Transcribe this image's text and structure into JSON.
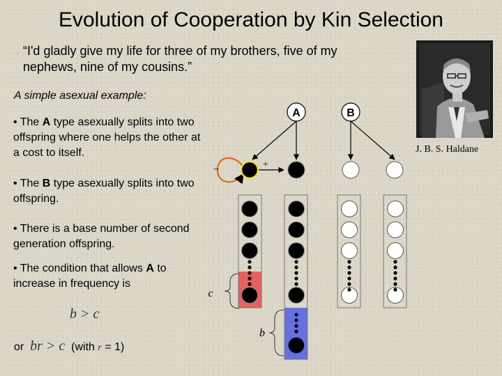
{
  "title": "Evolution of Cooperation by Kin Selection",
  "quote": "“I'd gladly give my life for three of my brothers, five of my nephews, nine of my cousins.”",
  "subtitle": "A simple asexual example:",
  "bullets": {
    "b1": {
      "prefix": "• The ",
      "bold": "A",
      "suffix": " type asexually splits into two offspring where one helps the other at a cost to itself."
    },
    "b2": {
      "prefix": "• The ",
      "bold": "B",
      "suffix": " type asexually splits into two offspring."
    },
    "b3": {
      "text": "• There is a base number of second generation offspring."
    },
    "b4": {
      "prefix": "• The condition that allows ",
      "bold": "A",
      "suffix": " to increase in frequency is"
    }
  },
  "photo_caption": "J. B. S. Haldane",
  "diagram": {
    "type_a": "A",
    "type_b": "B",
    "minus": "–",
    "plus": "+",
    "c_label": "c",
    "b_label": "b",
    "colors": {
      "red": "#e86060",
      "blue": "#6670e0",
      "yellow": "#f0e030",
      "orange": "#e06010"
    }
  },
  "formula_1": "b > c",
  "or_word": "or",
  "formula_2": "br > c",
  "with_note_prefix": "(with",
  "with_note_var": "r",
  "with_note_suffix": "= 1)"
}
